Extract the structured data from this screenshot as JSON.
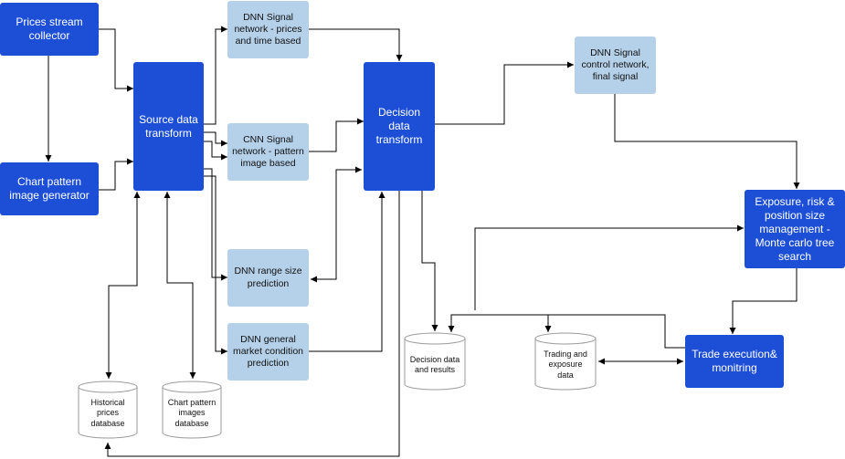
{
  "nodes": {
    "prices_collector": "Prices stream\ncollector",
    "chart_generator": "Chart pattern\nimage generator",
    "source_transform": "Source data\ntransform",
    "dnn_signal_prices": "DNN Signal\nnetwork - prices\nand time based",
    "cnn_signal": "CNN Signal\nnetwork - pattern\nimage based",
    "dnn_range": "DNN range size\nprediction",
    "dnn_general": "DNN general\nmarket condition\nprediction",
    "decision_transform": "Decision\ndata\ntransform",
    "dnn_control": "DNN Signal\ncontrol network,\nfinal signal",
    "exposure_mgmt": "Exposure, risk &\nposition size\nmanagement -\nMonte carlo tree\nsearch",
    "trade_execution": "Trade execution&\nmonitring"
  },
  "databases": {
    "historical": "Historical\nprices\ndatabase",
    "chart_images": "Chart pattern\nimages\ndatabase",
    "decision_results": "Decision data\nand results",
    "trading_exposure": "Trading and\nexposure\ndata"
  },
  "colors": {
    "dark_box": "#1d4fd6",
    "light_box": "#b5d1ea",
    "line": "#000000",
    "db_stroke": "#9a9a9a"
  }
}
